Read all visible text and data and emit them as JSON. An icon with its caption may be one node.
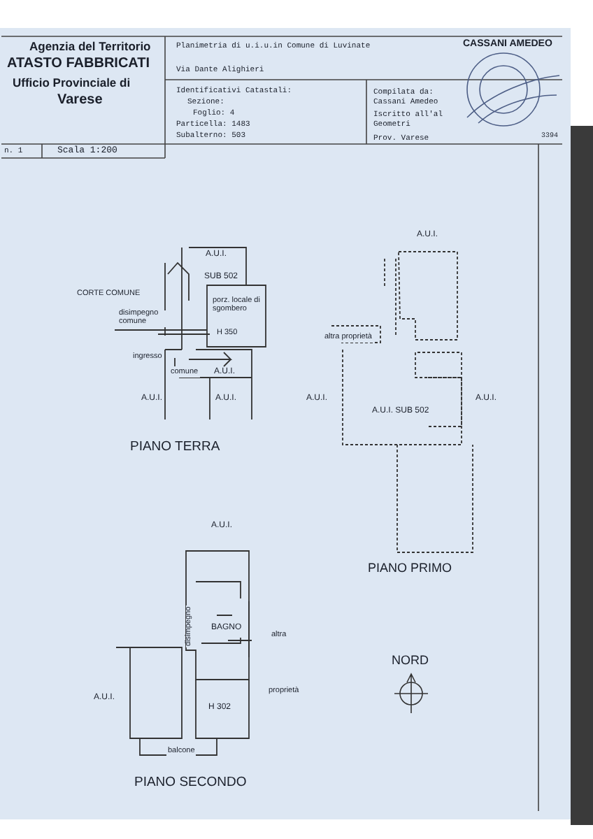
{
  "diagram": {
    "labels": [
      "Agenzia del Territorio",
      "ATASTO FABBRICATI",
      "Ufficio Provinciale di",
      "Varese",
      "Planimetria di u.i.u.in Comune di Luvinate",
      "Via Dante Alighieri",
      "Identificativi Catastali:",
      "Sezione:",
      "Foglio: 4",
      "Particella: 1483",
      "Subalterno: 503",
      "Compilata da:",
      "Cassani Amedeo",
      "Iscritto all'al",
      "Geometri",
      "Prov. Varese",
      "CASSANI AMEDEO",
      "3394",
      "n. 1",
      "Scala 1:200",
      "A.U.I.",
      "SUB 502",
      "CORTE COMUNE",
      "porz. locale di sgombero",
      "H 350",
      "disimpegno comune",
      "ingresso",
      "comune",
      "A.U.I.",
      "A.U.I.",
      "A.U.I.",
      "PIANO TERRA",
      "A.U.I.",
      "altra proprietà",
      "A.U.I.",
      "A.U.I. SUB 502",
      "A.U.I.",
      "PIANO PRIMO",
      "A.U.I.",
      "BAGNO",
      "disimpegno",
      "altra",
      "proprietà",
      "A.U.I.",
      "H 302",
      "balcone",
      "PIANO SECONDO",
      "NORD"
    ]
  }
}
